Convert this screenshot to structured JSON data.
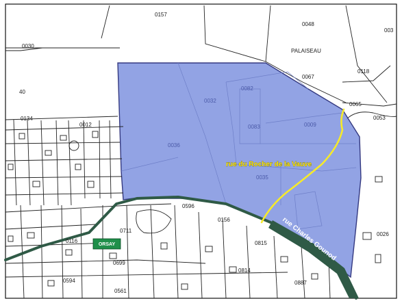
{
  "map": {
    "colors": {
      "zone_fill": "#8d9fe3",
      "zone_stroke": "#2a2f7a",
      "yellow_road": "#f6ea2a",
      "green_road": "#2f5a46",
      "badge": "#1f8f4a"
    },
    "parcel_labels": {
      "p0157": "0157",
      "p0048": "0048",
      "p003": "003",
      "p0030": "0030",
      "p0067": "0067",
      "p0118": "0118",
      "p40": "40",
      "p0065": "0065",
      "p0053": "0053",
      "p0134": "0134",
      "p0012": "0012",
      "p0596": "0596",
      "p0156": "0156",
      "p0815": "0815",
      "p0711": "0711",
      "p0116": "0116",
      "p0699": "0699",
      "p0026": "0026",
      "p0814": "0814",
      "p0887": "0887",
      "p0594": "0594",
      "p0561": "0561"
    },
    "zone_labels": {
      "z0032": "0032",
      "z0036": "0036",
      "z0082": "0082",
      "z0083": "0083",
      "z0009": "0009",
      "z0035": "0035"
    },
    "place_labels": {
      "palaiseau": "PALAISEAU",
      "orsay": "ORSAY"
    },
    "road_labels": {
      "rue_rocher": "rue du Rocher de la Vauve",
      "rue_gounod": "rue Charles Gounod"
    }
  }
}
